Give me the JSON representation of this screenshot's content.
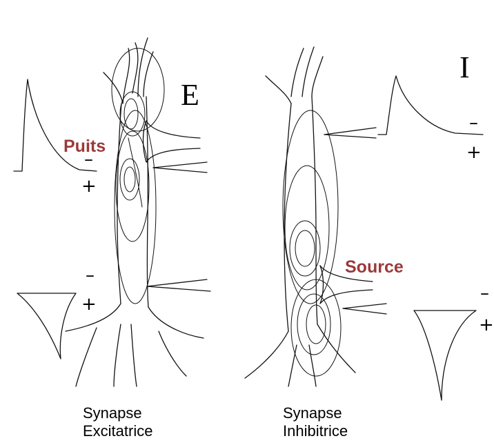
{
  "panels": {
    "excitatory": {
      "letter": "E",
      "label": "Puits",
      "caption_line1": "Synapse",
      "caption_line2": "Excitatrice",
      "upper_minus": "–",
      "upper_plus": "+",
      "lower_minus": "–",
      "lower_plus": "+"
    },
    "inhibitory": {
      "letter": "I",
      "label": "Source",
      "caption_line1": "Synapse",
      "caption_line2": "Inhibitrice",
      "upper_minus": "–",
      "upper_plus": "+",
      "lower_minus": "–",
      "lower_plus": "+"
    }
  },
  "colors": {
    "line": "#111111",
    "label": "#9b3a3a",
    "background": "#ffffff"
  }
}
